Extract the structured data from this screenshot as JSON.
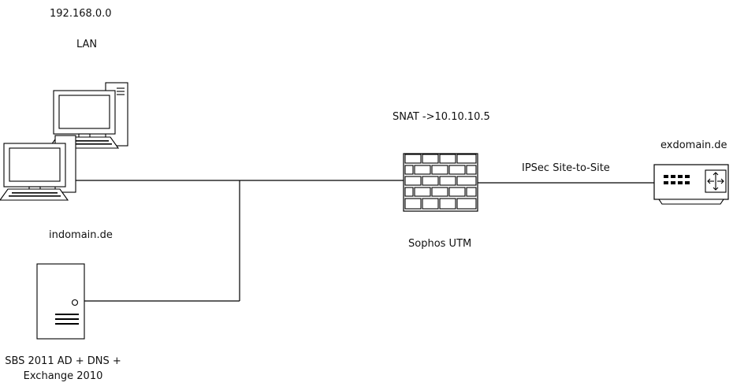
{
  "labels": {
    "subnet": "192.168.0.0",
    "lan": "LAN",
    "snat": "SNAT ->10.10.10.5",
    "remote_domain": "exdomain.de",
    "tunnel": "IPSec Site-to-Site",
    "local_domain": "indomain.de",
    "firewall": "Sophos UTM",
    "server_line1": "SBS 2011 AD + DNS +",
    "server_line2": "Exchange 2010"
  },
  "icons": {
    "workstation_back": "desktop-computer-icon",
    "workstation_front": "desktop-computer-icon",
    "server": "tower-server-icon",
    "firewall": "brick-firewall-icon",
    "router": "network-switch-icon"
  }
}
